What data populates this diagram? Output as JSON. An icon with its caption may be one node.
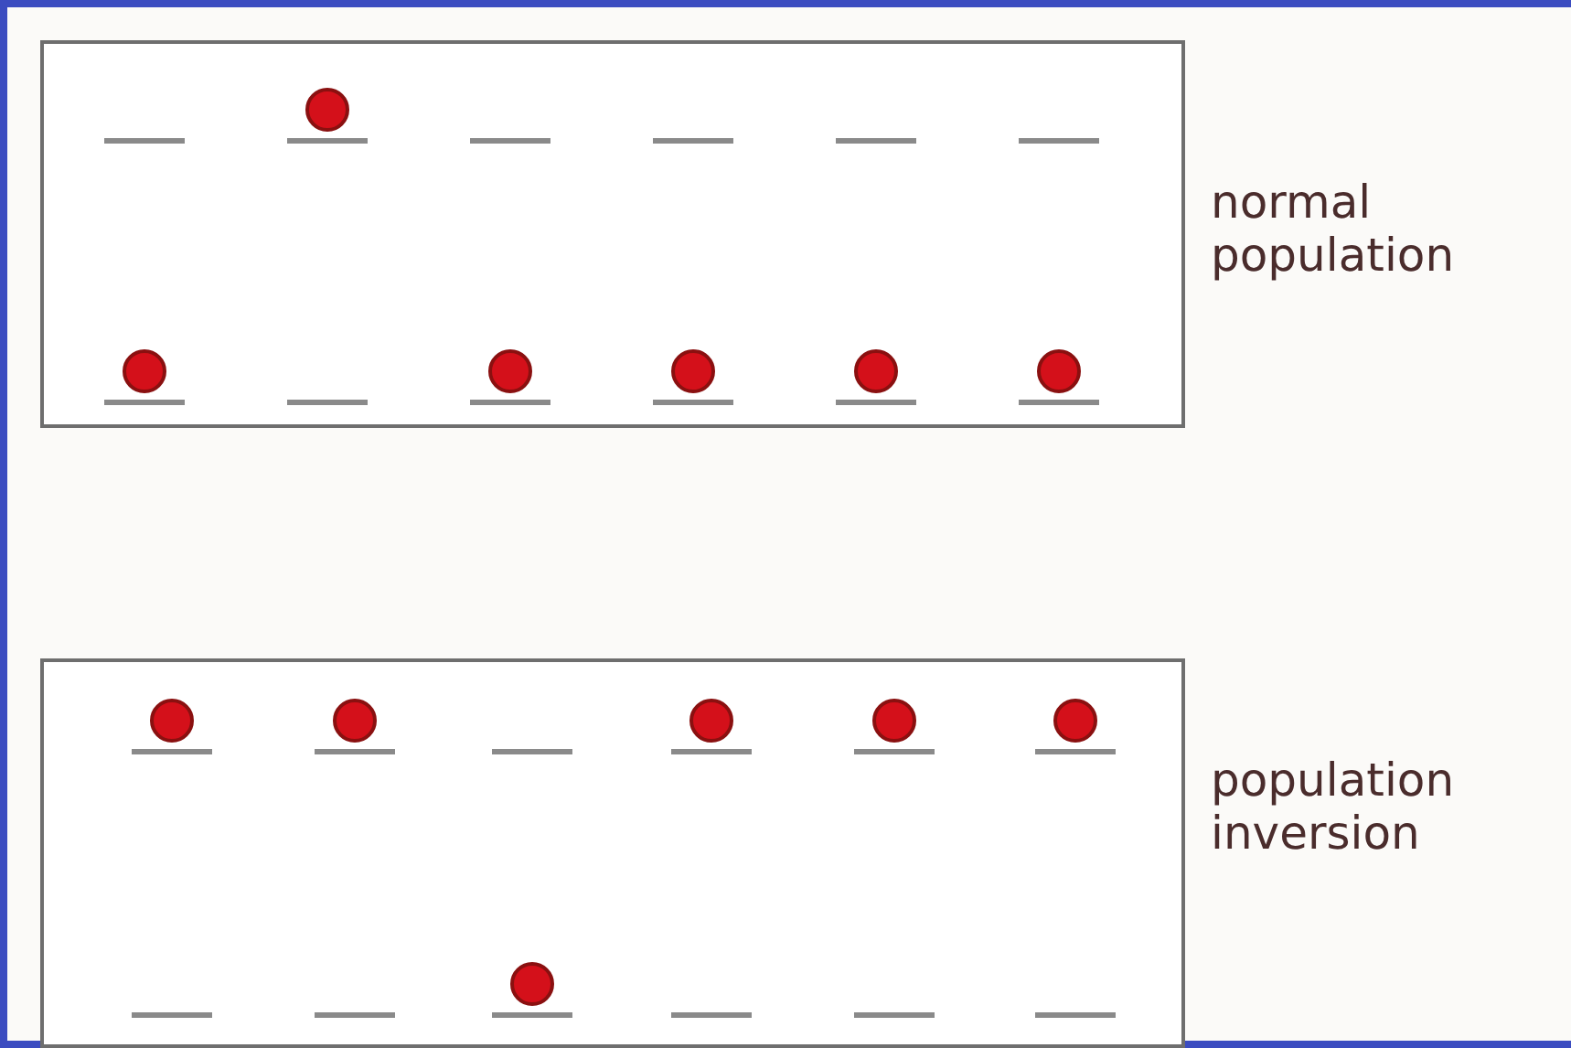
{
  "diagram": {
    "nodes": [
      {
        "text": [],
        "shape": "box",
        "beside": [
          "normal population"
        ]
      },
      {
        "text": [],
        "shape": "box",
        "beside": [
          "population inversion"
        ]
      }
    ]
  }
}
